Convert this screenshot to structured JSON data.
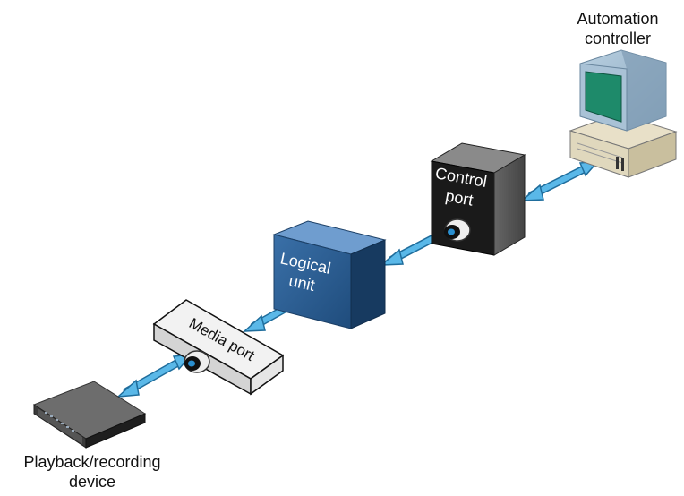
{
  "labels": {
    "automation_controller": [
      "Automation",
      "controller"
    ],
    "control_port": [
      "Control",
      "port"
    ],
    "logical_unit": [
      "Logical",
      "unit"
    ],
    "media_port": "Media port",
    "playback_device": [
      "Playback/recording",
      "device"
    ]
  },
  "colors": {
    "arrow": "#5ab8e8",
    "arrow_outline": "#1f6d9c",
    "control_port_front": "#2a2a2a",
    "logical_unit_front": "#2e5f93",
    "media_port_front": "#f0f0f0",
    "monitor_screen": "#1e8a6a"
  }
}
